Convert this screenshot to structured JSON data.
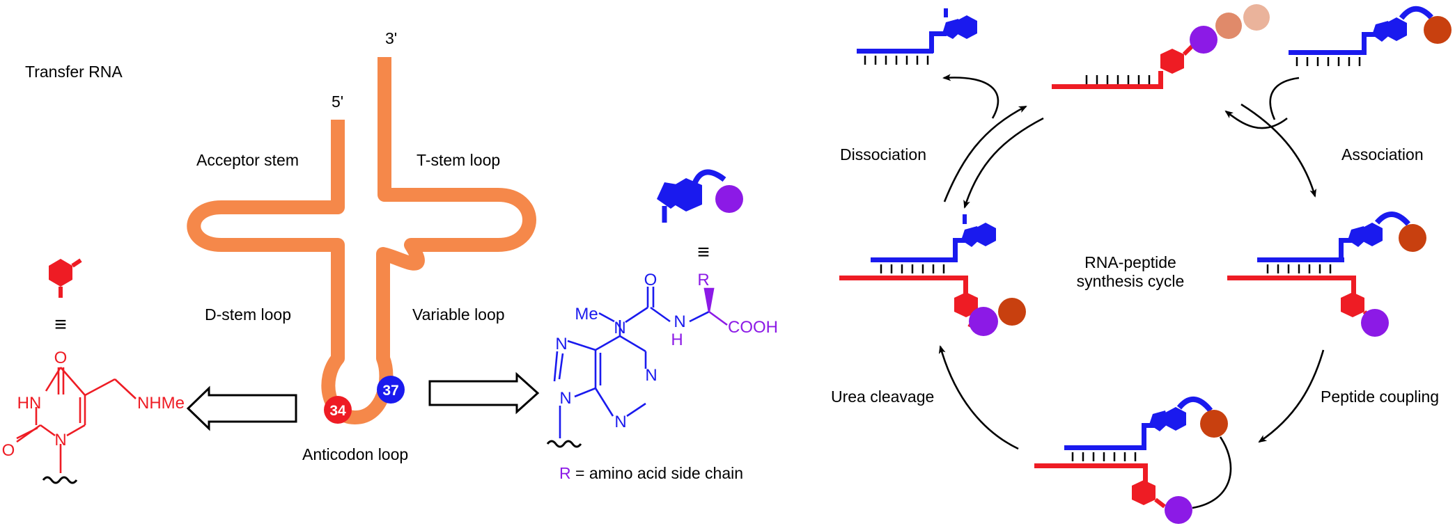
{
  "labels": {
    "transfer_rna": "Transfer RNA",
    "three_prime": "3'",
    "five_prime": "5'",
    "acceptor_stem": "Acceptor stem",
    "t_stem_loop": "T-stem loop",
    "d_stem_loop": "D-stem loop",
    "variable_loop": "Variable loop",
    "anticodon_loop": "Anticodon loop",
    "pos_34": "34",
    "pos_37": "37",
    "r_definition_symbol": "R",
    "r_definition_rest": " = amino acid side chain",
    "equiv_symbol": "≡",
    "cycle_title_line1": "RNA-peptide",
    "cycle_title_line2": "synthesis cycle",
    "dissociation": "Dissociation",
    "association": "Association",
    "urea_cleavage": "Urea cleavage",
    "peptide_coupling": "Peptide coupling"
  },
  "chem_red": {
    "O_top": "O",
    "HN": "HN",
    "O_left": "O",
    "N": "N",
    "NHMe": "NHMe"
  },
  "chem_blue": {
    "Me": "Me",
    "N_urea": "N",
    "O_carbonyl": "O",
    "H": "H",
    "N_amide": "N",
    "R": "R",
    "COOH": "COOH",
    "N7": "N",
    "N1": "N",
    "N3": "N",
    "N9": "N"
  },
  "colors": {
    "trna": "#f5884a",
    "red": "#ee1c24",
    "blue": "#1a1aee",
    "purple": "#8c1ae6",
    "amino_acid": "#c8400f",
    "pale_1": "#e08a6a",
    "pale_2": "#eab39b"
  }
}
